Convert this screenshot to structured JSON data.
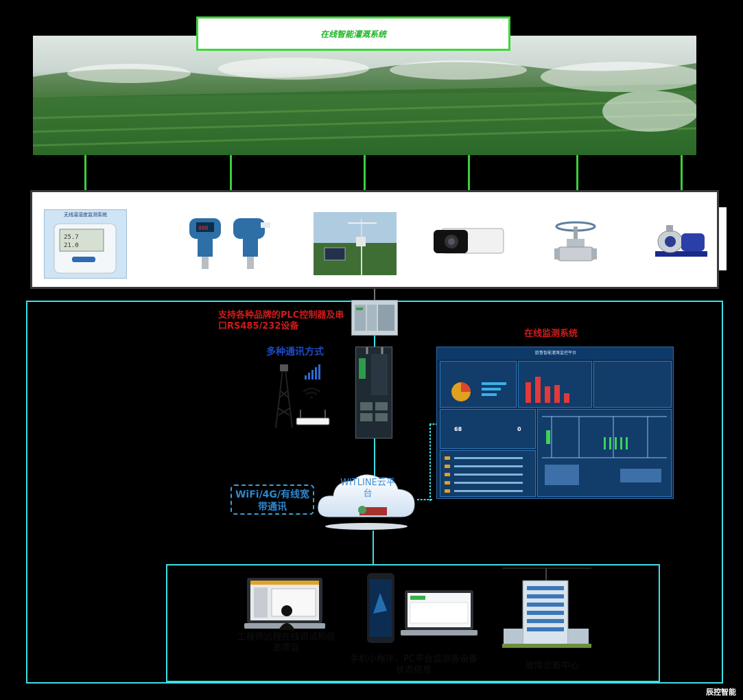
{
  "title": "在线智能灌溉系统",
  "devices": [
    {
      "name": "wireless-temp-humidity-monitor",
      "caption": "无线温湿度监测系统"
    },
    {
      "name": "pressure-transmitters"
    },
    {
      "name": "weather-station"
    },
    {
      "name": "surveillance-camera"
    },
    {
      "name": "gate-valve"
    },
    {
      "name": "water-pump"
    }
  ],
  "plc_label": "支持各种品牌的PLC控制器及串口RS485/232设备",
  "comm_label": "多种通讯方式",
  "cloud_label": "WITLINE云平台",
  "network_label": "WiFi/4G/有线宽带通讯",
  "monitor_label": "在线监测系统",
  "dashboard_title": "欧鲁智能灌溉监控平台",
  "dashboard_values": [
    "68",
    "0"
  ],
  "terminals": [
    {
      "label": "工程师远程在线调试和组态项目"
    },
    {
      "label": "手机小程序、PC平台监测各设备状态信息"
    },
    {
      "label": "故障诊断中心"
    }
  ],
  "brand": "辰控智能",
  "colors": {
    "accent_green": "#39d13a",
    "frame_cyan": "#3fe0e6",
    "red_text": "#d11b1b",
    "blue_text": "#1f49c4"
  }
}
